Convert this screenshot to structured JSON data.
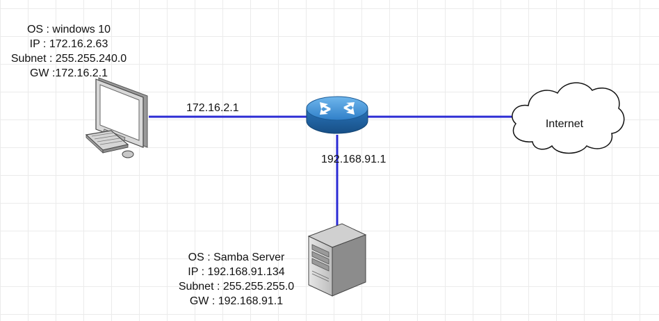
{
  "pc": {
    "os": "OS : windows 10",
    "ip": "IP : 172.16.2.63",
    "subnet": "Subnet : 255.255.240.0",
    "gw": "GW :172.16.2.1"
  },
  "server": {
    "os": "OS : Samba Server",
    "ip": "IP : 192.168.91.134",
    "subnet": "Subnet : 255.255.255.0",
    "gw": "GW : 192.168.91.1"
  },
  "links": {
    "pc_router": "172.16.2.1",
    "router_server": "192.168.91.1"
  },
  "cloud": {
    "label": "Internet"
  },
  "colors": {
    "link": "#2b2bd4",
    "router_top": "#3a8fd6",
    "router_side": "#1f5f9f"
  }
}
